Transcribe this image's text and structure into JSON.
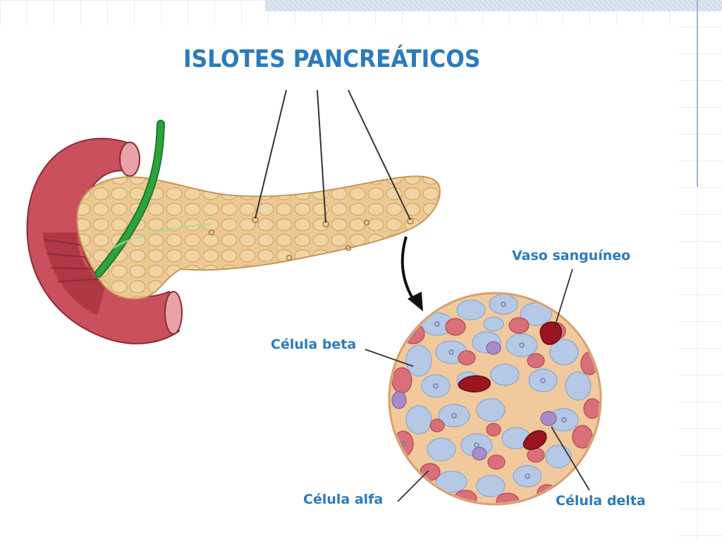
{
  "title": "ISLOTES PANCREÁTICOS",
  "labels": {
    "blood_vessel": "Vaso sanguíneo",
    "beta_cell": "Célula beta",
    "alpha_cell": "Célula alfa",
    "delta_cell": "Célula delta"
  },
  "colors": {
    "label_blue": "#2b7bbd",
    "pancreas": "#e8c48a",
    "duodenum": "#c9505c",
    "bile_duct": "#2fa33b",
    "beta_cell": "#b5c9e6",
    "alpha_cell": "#d96f78",
    "delta_cell": "#a98bc9",
    "blood_vessel": "#9a1520"
  }
}
